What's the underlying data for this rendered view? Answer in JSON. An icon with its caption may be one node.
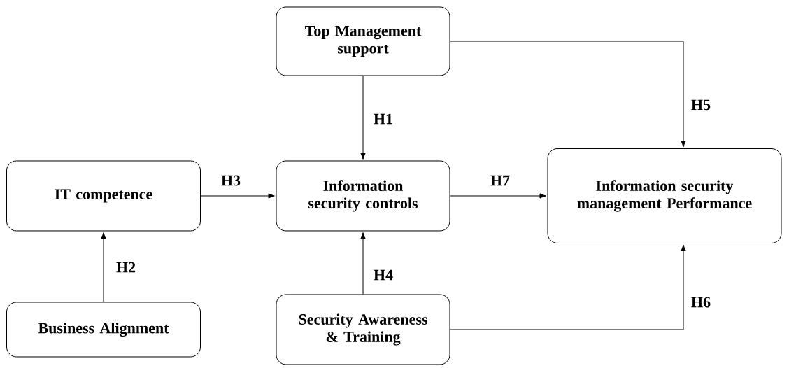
{
  "diagram": {
    "nodes": [
      {
        "text": [
          "Top Management support"
        ]
      },
      {
        "text": [
          "IT competence"
        ]
      },
      {
        "text": [
          "Information security controls"
        ]
      },
      {
        "text": [
          "Information security management Performance"
        ]
      },
      {
        "text": [
          "Business Alignment"
        ]
      },
      {
        "text": [
          "Security Awareness & Training"
        ]
      }
    ],
    "edges": [
      {
        "from": 0,
        "to": 2,
        "arrow": "to",
        "label": "H1"
      },
      {
        "from": 4,
        "to": 1,
        "arrow": "to",
        "label": "H2"
      },
      {
        "from": 1,
        "to": 2,
        "arrow": "to",
        "label": "H3"
      },
      {
        "from": 5,
        "to": 2,
        "arrow": "to",
        "label": "H4"
      },
      {
        "from": 0,
        "to": 3,
        "arrow": "to",
        "label": "H5"
      },
      {
        "from": 5,
        "to": 3,
        "arrow": "to",
        "label": "H6"
      },
      {
        "from": 2,
        "to": 3,
        "arrow": "to",
        "label": "H7"
      }
    ]
  }
}
